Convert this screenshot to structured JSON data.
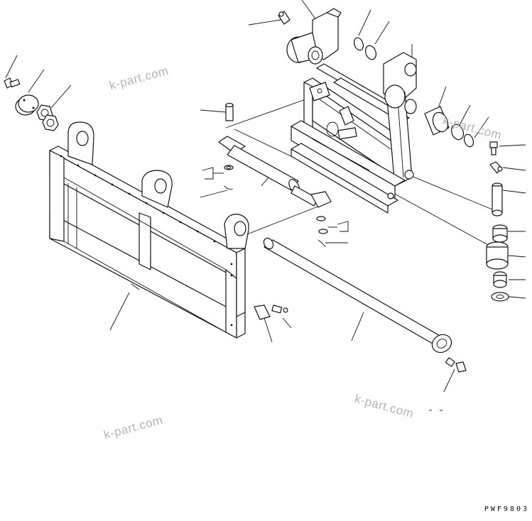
{
  "drawing": {
    "code": "PWF9803",
    "watermark_text": "k-part.com"
  },
  "watermarks": [
    {
      "text": "k-part.com"
    },
    {
      "text": "k-part.com"
    },
    {
      "text": "k-part.com"
    },
    {
      "text": "k-part.com"
    }
  ]
}
